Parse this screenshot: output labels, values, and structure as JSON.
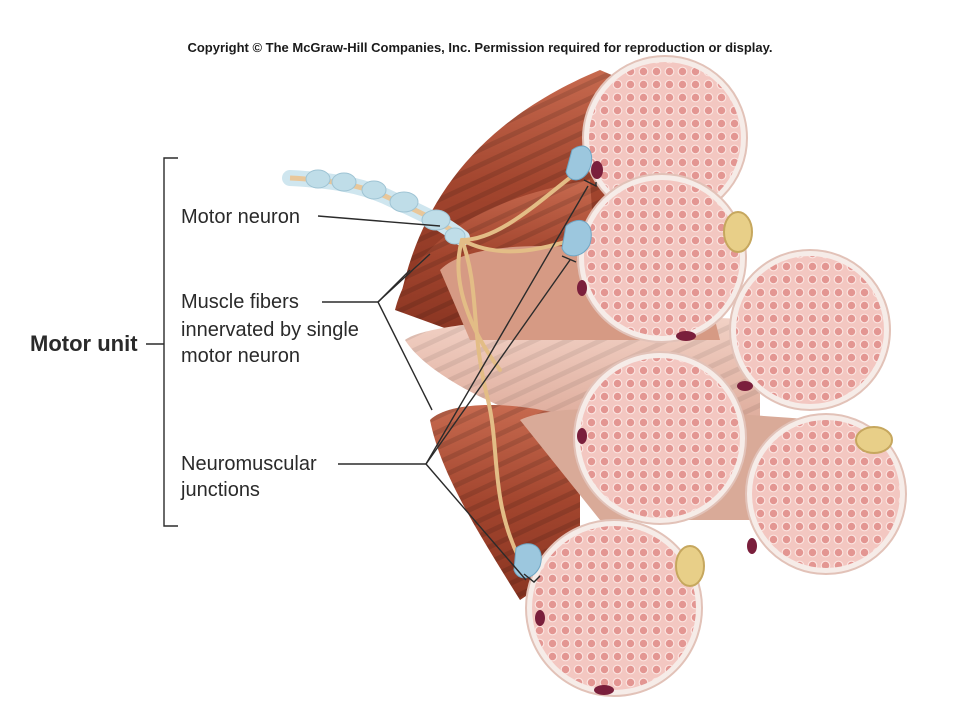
{
  "copyright": "Copyright © The McGraw-Hill Companies, Inc. Permission required for reproduction or display.",
  "labels": {
    "motor_unit": "Motor unit",
    "motor_neuron": "Motor neuron",
    "muscle_fibers_line1": "Muscle fibers",
    "muscle_fibers_line2": "innervated by single",
    "muscle_fibers_line3": "motor neuron",
    "nmj_line1": "Neuromuscular",
    "nmj_line2": "junctions"
  },
  "colors": {
    "muscle_dark": "#a5472f",
    "muscle_light": "#e9b6a5",
    "fiber_face": "#f2c4be",
    "myofibril": "#e79a96",
    "sarcolemma": "#f6ece8",
    "nerve": "#e9c79a",
    "myelin": "#c9e2ec",
    "terminal": "#9cc7de",
    "nucleus": "#7a1f3c",
    "satellite": "#e8cf88"
  }
}
